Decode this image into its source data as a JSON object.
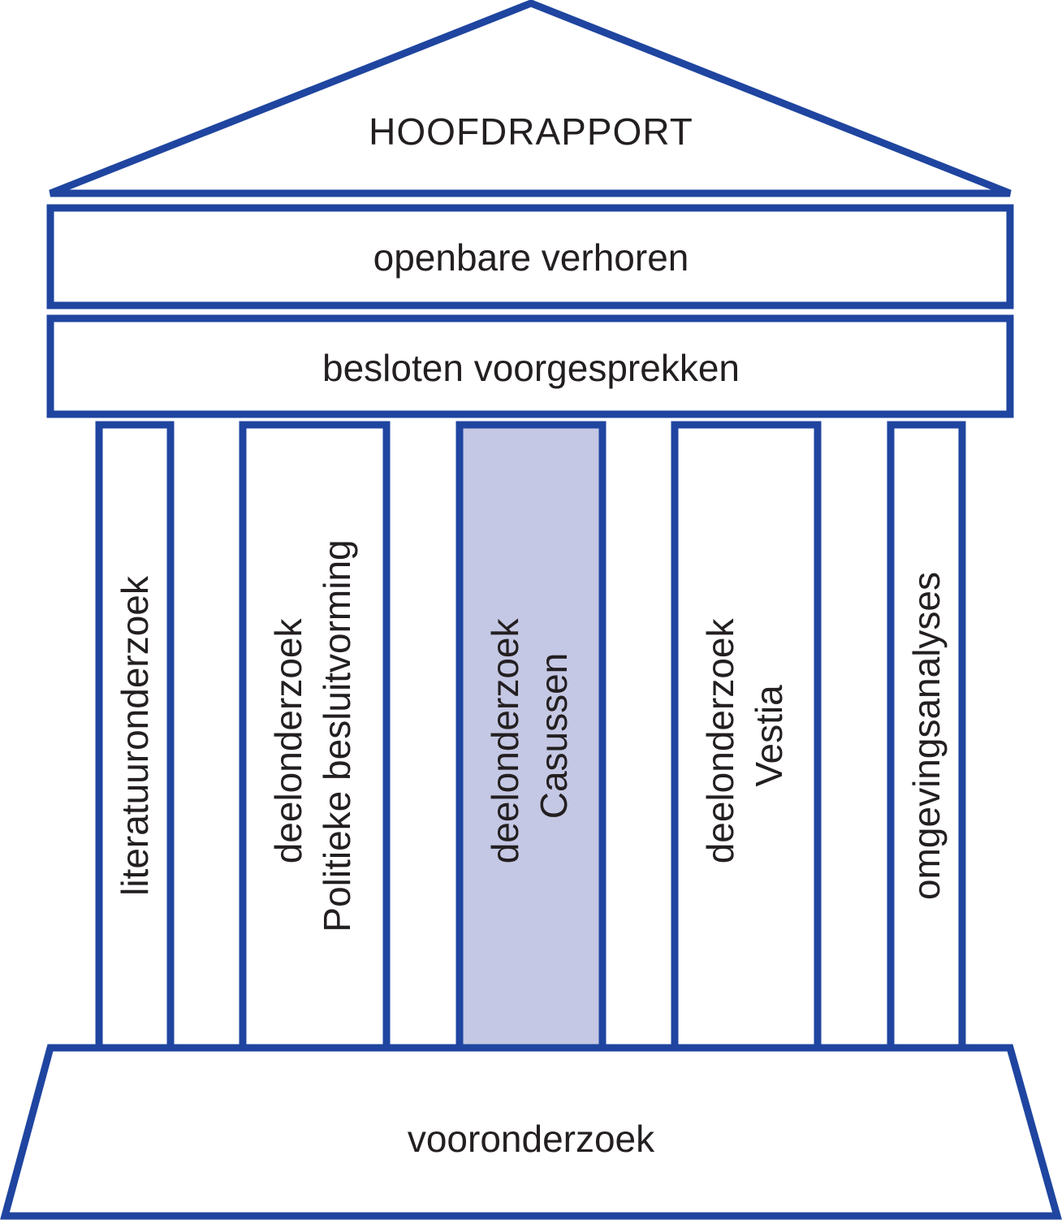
{
  "roof": {
    "label": "HOOFDRAPPORT"
  },
  "beams": [
    {
      "label": "openbare verhoren"
    },
    {
      "label": "besloten voorgesprekken"
    }
  ],
  "pillars": [
    {
      "lines": [
        "literatuuronderzoek"
      ],
      "highlighted": false
    },
    {
      "lines": [
        "deelonderzoek",
        "Politieke besluitvorming"
      ],
      "highlighted": false
    },
    {
      "lines": [
        "deelonderzoek",
        "Casussen"
      ],
      "highlighted": true
    },
    {
      "lines": [
        "deelonderzoek",
        "Vestia"
      ],
      "highlighted": false
    },
    {
      "lines": [
        "omgevingsanalyses"
      ],
      "highlighted": false
    }
  ],
  "base": {
    "label": "vooronderzoek"
  },
  "colors": {
    "stroke": "#1f45a0",
    "highlight_fill": "#c5c8e4",
    "text": "#231f20"
  }
}
